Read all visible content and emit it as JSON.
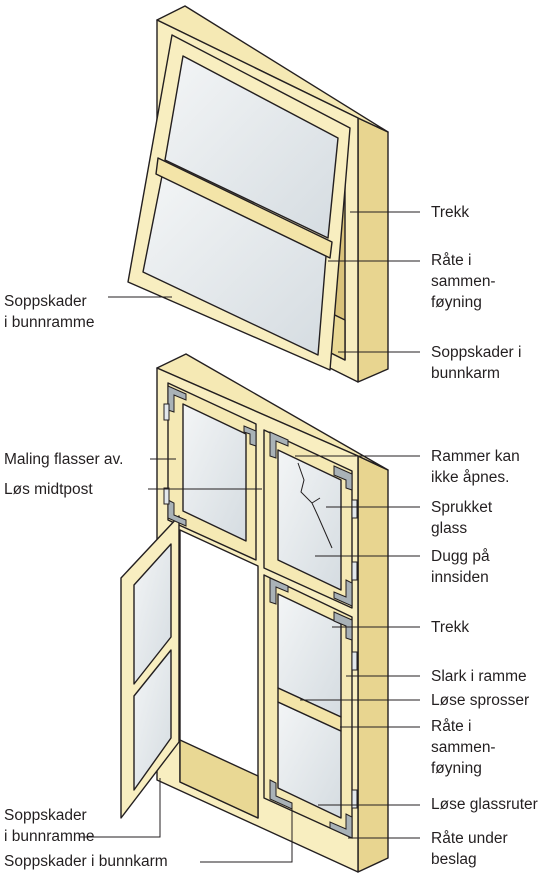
{
  "labels": {
    "trekk_top": "Trekk",
    "rate_top": "Råte i\nsammen-\nføyning",
    "soppskader_bunnramme_top": "Soppskader\ni bunnramme",
    "soppskader_bunnkarm_top": "Soppskader i\nbunnkarm",
    "maling_flasser": "Maling flasser av.",
    "los_midtpost": "Løs midtpost",
    "rammer_ikke_apnes": "Rammer kan\nikke åpnes.",
    "sprukket_glass": "Sprukket\nglass",
    "dugg": "Dugg på\ninnsiden",
    "trekk_bottom": "Trekk",
    "slark": "Slark i ramme",
    "lose_sprosser": "Løse sprosser",
    "rate_bottom": "Råte i\nsammen-\nføyning",
    "lose_glassruter": "Løse glassruter",
    "soppskader_bunnramme_bottom": "Soppskader\ni bunnramme",
    "soppskader_bunnkarm_bottom": "Soppskader i bunnkarm",
    "rate_under_beslag": "Råte under\nbeslag"
  },
  "colors": {
    "wood_front": "#f8eec0",
    "wood_side": "#e8d590",
    "wood_dark": "#d9c27a",
    "glass": "#e3e8ec",
    "fitting": "#a9b2b7",
    "line": "#231f20"
  }
}
